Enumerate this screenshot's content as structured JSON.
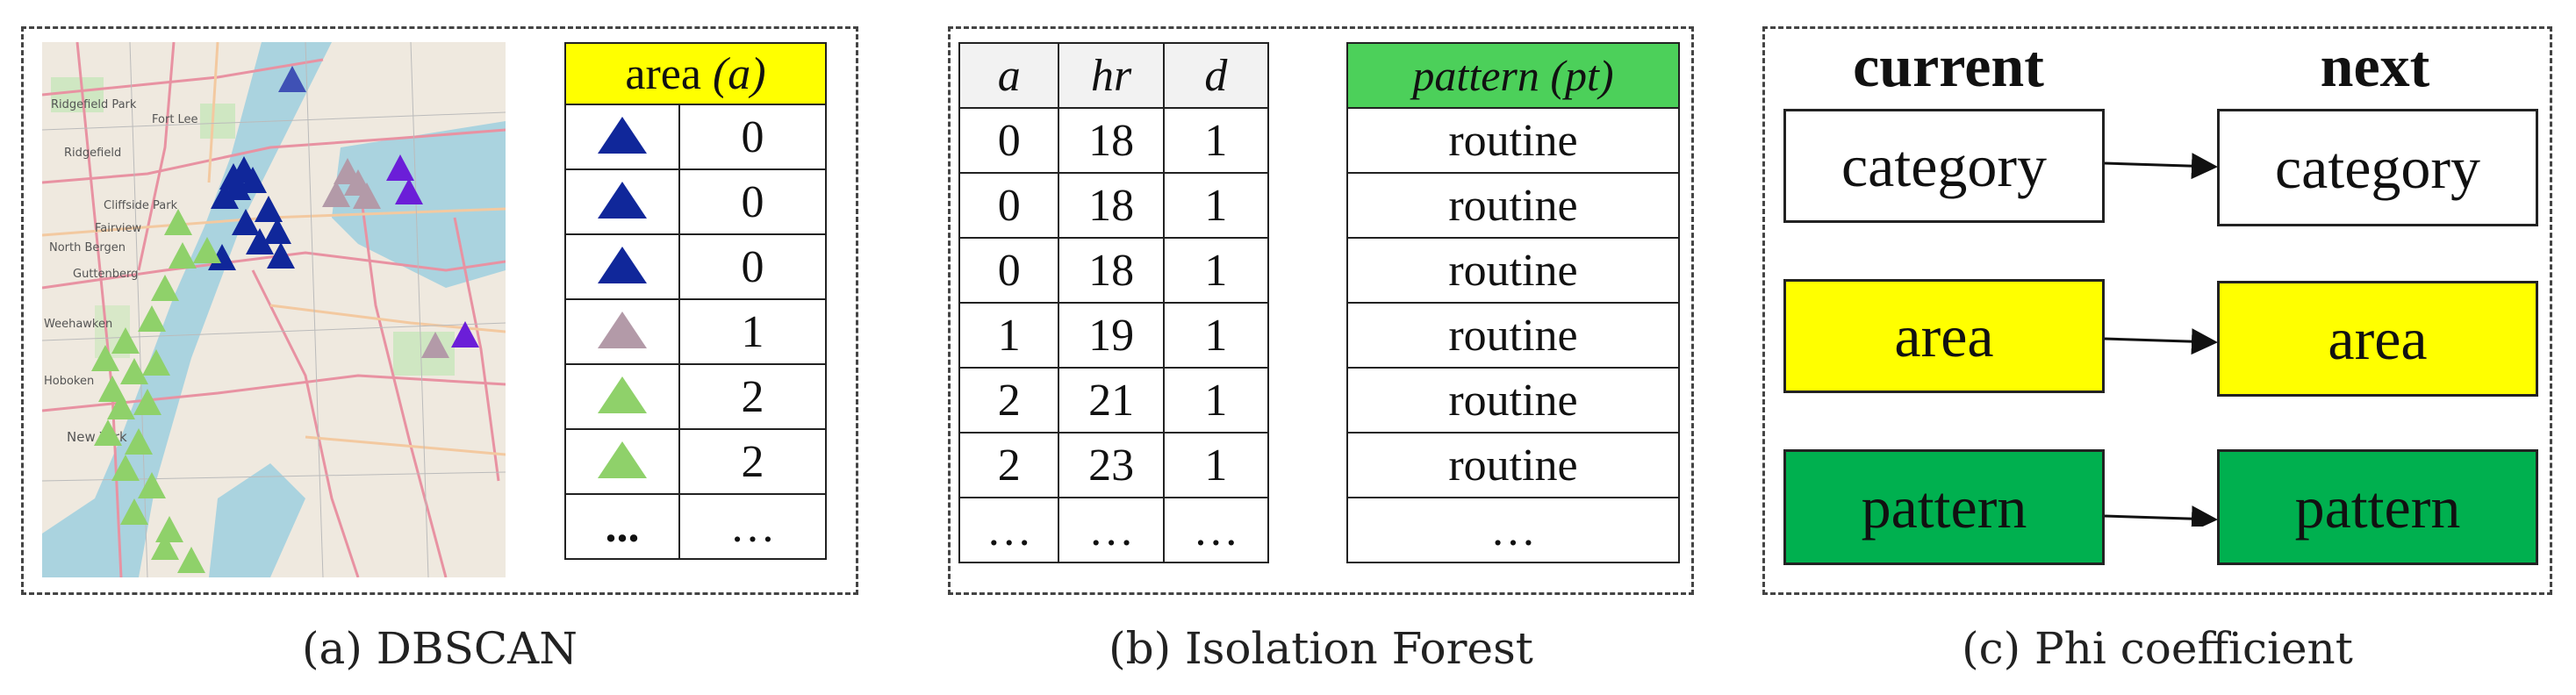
{
  "panels": {
    "a": {
      "caption": "(a) DBSCAN",
      "map_labels": [
        "Ridgefield Park",
        "Fort Lee",
        "Ridgefield",
        "Cliffside Park",
        "Fairview",
        "North Bergen",
        "Guttenberg",
        "Weehawken",
        "Hoboken",
        "New York"
      ],
      "table": {
        "header_text": "area ",
        "header_italic": "(a)",
        "header_color": "#ffff00",
        "rows": [
          {
            "shape": "triangle-icon",
            "color": "#10279a",
            "value": "0"
          },
          {
            "shape": "triangle-icon",
            "color": "#10279a",
            "value": "0"
          },
          {
            "shape": "triangle-icon",
            "color": "#10279a",
            "value": "0"
          },
          {
            "shape": "triangle-icon",
            "color": "#b39aa8",
            "value": "1"
          },
          {
            "shape": "triangle-icon",
            "color": "#8fd16a",
            "value": "2"
          },
          {
            "shape": "triangle-icon",
            "color": "#8fd16a",
            "value": "2"
          }
        ],
        "ellipsis_left": "...",
        "ellipsis_right": "…"
      }
    },
    "b": {
      "caption": "(b) Isolation Forest",
      "left_headers": [
        "a",
        "hr",
        "d"
      ],
      "left_rows": [
        [
          "0",
          "18",
          "1"
        ],
        [
          "0",
          "18",
          "1"
        ],
        [
          "0",
          "18",
          "1"
        ],
        [
          "1",
          "19",
          "1"
        ],
        [
          "2",
          "21",
          "1"
        ],
        [
          "2",
          "23",
          "1"
        ],
        [
          "…",
          "…",
          "…"
        ]
      ],
      "right_header": "pattern (pt)",
      "right_header_color": "#4cd05a",
      "right_rows": [
        "routine",
        "routine",
        "routine",
        "routine",
        "routine",
        "routine",
        "…"
      ]
    },
    "c": {
      "caption": "(c) Phi coefficient",
      "head_current": "current",
      "head_next": "next",
      "rows": [
        {
          "left": "category",
          "right": "category",
          "color": "#ffffff"
        },
        {
          "left": "area",
          "right": "area",
          "color": "#ffff00"
        },
        {
          "left": "pattern",
          "right": "pattern",
          "color": "#00b04f"
        }
      ]
    }
  }
}
